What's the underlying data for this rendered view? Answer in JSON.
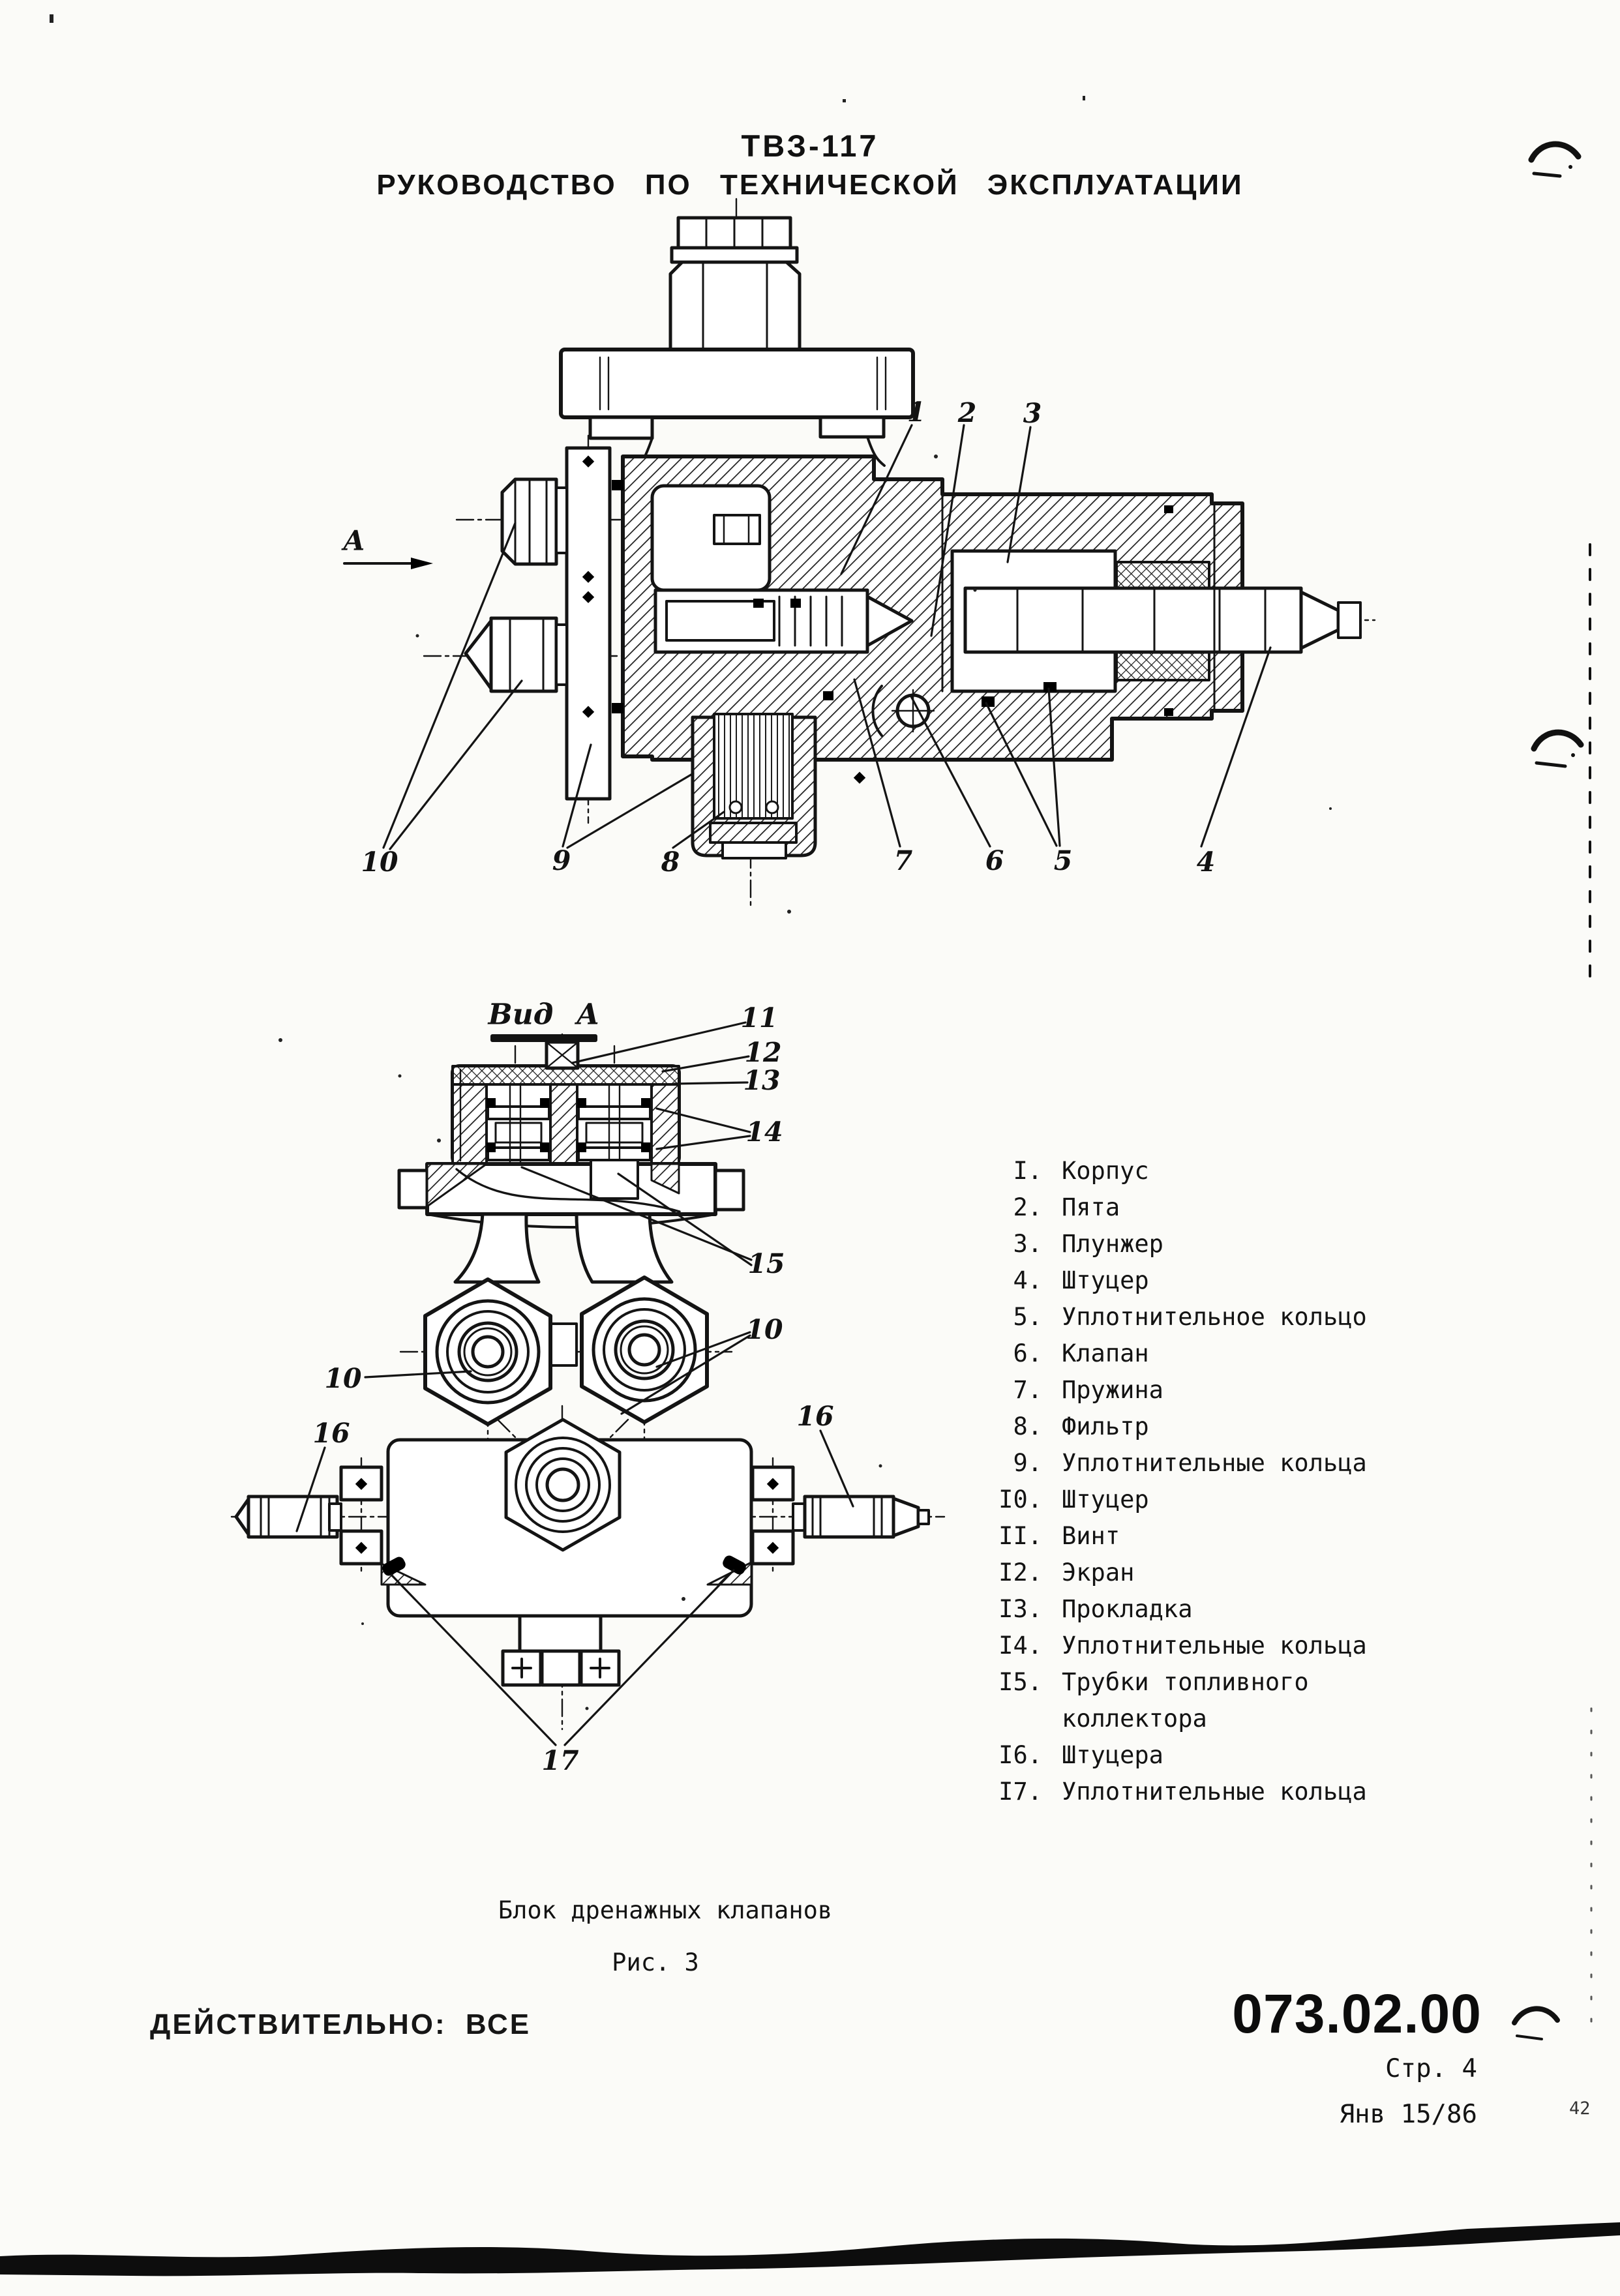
{
  "header": {
    "model": "ТВЗ-117",
    "title": "РУКОВОДСТВО ПО ТЕХНИЧЕСКОЙ ЭКСПЛУАТАЦИИ"
  },
  "figure1": {
    "view_arrow_label": "А",
    "callouts": [
      "1",
      "2",
      "3",
      "4",
      "5",
      "6",
      "7",
      "8",
      "9",
      "10"
    ]
  },
  "figure2": {
    "view_title": "Вид А",
    "callouts": [
      "11",
      "12",
      "13",
      "14",
      "15",
      "10",
      "10",
      "16",
      "16",
      "17"
    ]
  },
  "parts_list": [
    {
      "num": "I.",
      "name": "Корпус"
    },
    {
      "num": "2.",
      "name": "Пята"
    },
    {
      "num": "3.",
      "name": "Плунжер"
    },
    {
      "num": "4.",
      "name": "Штуцер"
    },
    {
      "num": "5.",
      "name": "Уплотнительное кольцо"
    },
    {
      "num": "6.",
      "name": "Клапан"
    },
    {
      "num": "7.",
      "name": "Пружина"
    },
    {
      "num": "8.",
      "name": "Фильтр"
    },
    {
      "num": "9.",
      "name": "Уплотнительные кольца"
    },
    {
      "num": "I0.",
      "name": "Штуцер"
    },
    {
      "num": "II.",
      "name": "Винт"
    },
    {
      "num": "I2.",
      "name": "Экран"
    },
    {
      "num": "I3.",
      "name": "Прокладка"
    },
    {
      "num": "I4.",
      "name": "Уплотнительные кольца"
    },
    {
      "num": "I5.",
      "name": "Трубки топливного\nколлектора"
    },
    {
      "num": "I6.",
      "name": "Штуцера"
    },
    {
      "num": "I7.",
      "name": "Уплотнительные кольца"
    }
  ],
  "caption": {
    "title": "Блок дренажных клапанов",
    "figure_label": "Рис. 3"
  },
  "footer": {
    "validity": "ДЕЙСТВИТЕЛЬНО: ВСЕ",
    "document_code": "073.02.00",
    "page_label": "Стр. 4",
    "date_label": "Янв 15/86",
    "corner_mark": "42"
  }
}
